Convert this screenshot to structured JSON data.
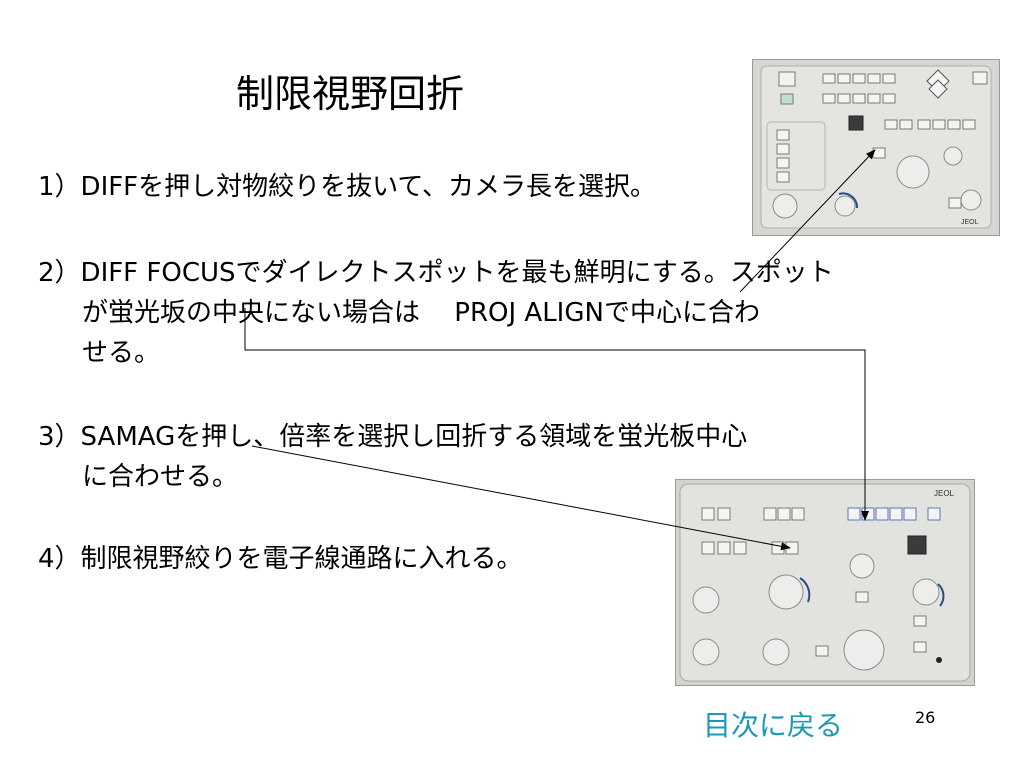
{
  "slide": {
    "title": "制限視野回折",
    "steps": [
      {
        "lines": [
          "1）DIFFを押し対物絞りを抜いて、カメラ長を選択。"
        ]
      },
      {
        "lines": [
          "2）DIFF FOCUSでダイレクトスポットを最も鮮明にする。スポット",
          "が蛍光坂の中央にない場合は　 PROJ ALIGNで中心に合わ",
          "せる。"
        ]
      },
      {
        "lines": [
          "3）SAMAGを押し、倍率を選択し回折する領域を蛍光板中心",
          "に合わせる。"
        ]
      },
      {
        "lines": [
          "4）制限視野絞りを電子線通路に入れる。"
        ]
      }
    ],
    "nav_link": "目次に戻る",
    "page_number": "26"
  },
  "photos": {
    "top_panel": {
      "brand": "JEOL"
    },
    "bottom_panel": {
      "brand": "JEOL"
    }
  }
}
